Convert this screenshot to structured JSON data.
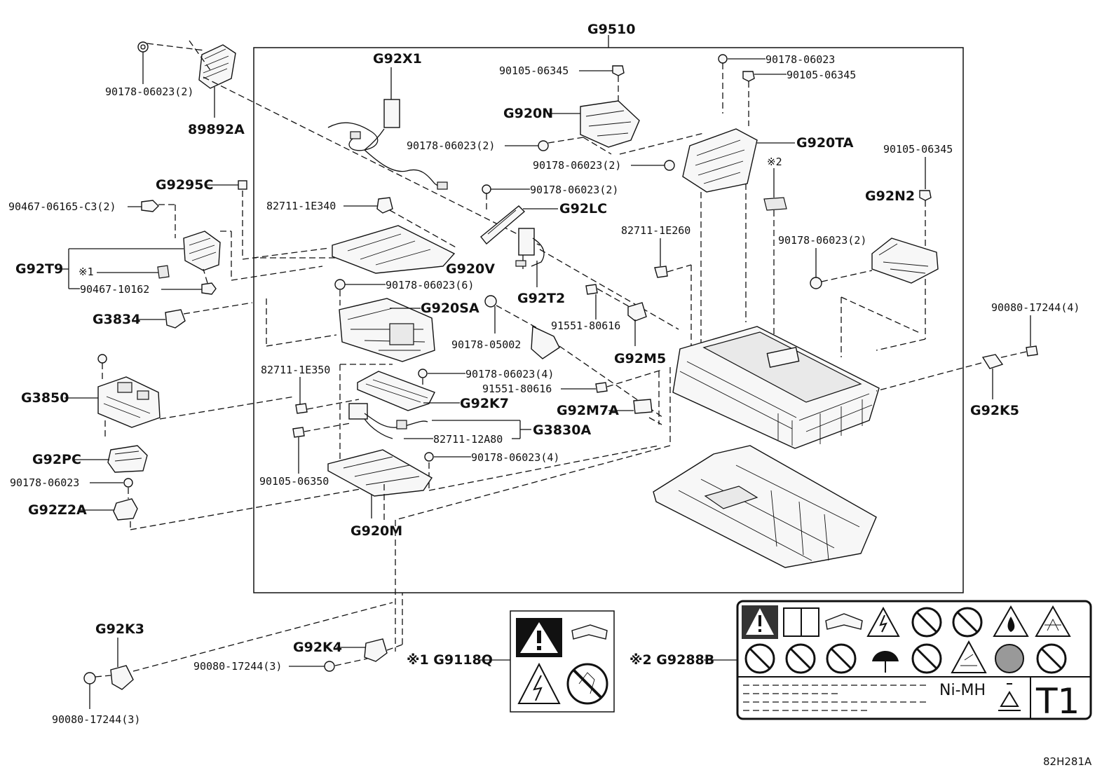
{
  "diagram": {
    "ref_code": "82H281A",
    "main_assembly": "G9510",
    "labels": {
      "g92x1": "G92X1",
      "p90105_06345_a": "90105-06345",
      "g920n": "G920N",
      "p90178_06023_top": "90178-06023",
      "p90105_06345_b": "90105-06345",
      "g920ta": "G920TA",
      "note2_a": "※2",
      "p90105_06345_c": "90105-06345",
      "g92n2": "G92N2",
      "p90178_06023_2_a": "90178-06023(2)",
      "p90178_06023_2_left": "90178-06023(2)",
      "p89892a": "89892A",
      "p90178_06023_2_b": "90178-06023(2)",
      "p90178_06023_2_c": "90178-06023(2)",
      "g92lc": "G92LC",
      "g9295c": "G9295C",
      "p90467_06165": "90467-06165-C3(2)",
      "p82711_1e340": "82711-1E340",
      "p82711_1e260": "82711-1E260",
      "p90178_06023_2_d": "90178-06023(2)",
      "g92t9": "G92T9",
      "note1_a": "※1",
      "g920v": "G920V",
      "p90467_10162": "90467-10162",
      "p90178_06023_6": "90178-06023(6)",
      "g92t2": "G92T2",
      "p90080_17244_4": "90080-17244(4)",
      "g3834": "G3834",
      "g920sa": "G920SA",
      "p91551_80616_a": "91551-80616",
      "p90178_05002": "90178-05002",
      "g92m5": "G92M5",
      "p82711_1e350": "82711-1E350",
      "p90178_06023_4_a": "90178-06023(4)",
      "p91551_80616_b": "91551-80616",
      "g92k5": "G92K5",
      "g3850": "G3850",
      "g92k7": "G92K7",
      "g92m7a": "G92M7A",
      "g3830a": "G3830A",
      "p82711_12a80": "82711-12A80",
      "g92pc": "G92PC",
      "p90178_06023_4_b": "90178-06023(4)",
      "p90178_06023_single": "90178-06023",
      "p90105_06350": "90105-06350",
      "g92z2a": "G92Z2A",
      "g920m": "G920M",
      "g92k3": "G92K3",
      "g92k4": "G92K4",
      "p90080_17244_3_a": "90080-17244(3)",
      "p90080_17244_3_b": "90080-17244(3)",
      "g9118q": "※1 G9118Q",
      "g9288b": "※2 G9288B"
    },
    "label_sheet": {
      "chem": "Ni-MH",
      "class": "T1"
    }
  }
}
